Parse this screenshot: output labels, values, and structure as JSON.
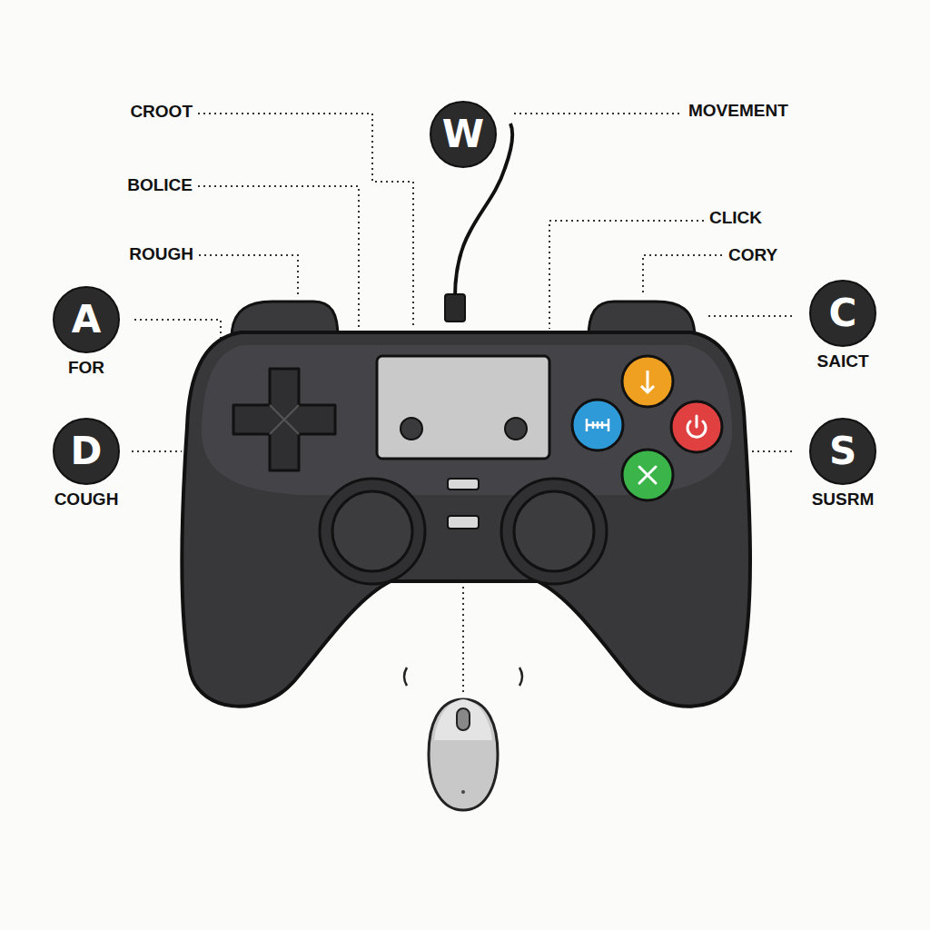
{
  "diagram": {
    "nodes": [
      {
        "text": [
          "W"
        ]
      },
      {
        "text": [
          "A",
          "FOR"
        ]
      },
      {
        "text": [
          "C",
          "SAICT"
        ]
      },
      {
        "text": [
          "D",
          "COUGH"
        ]
      },
      {
        "text": [
          "S",
          "SUSRM"
        ]
      }
    ],
    "labels": [
      "CROOT",
      "MOVEMENT",
      "BOLICE",
      "CLICK",
      "ROUGH",
      "CORY"
    ]
  }
}
